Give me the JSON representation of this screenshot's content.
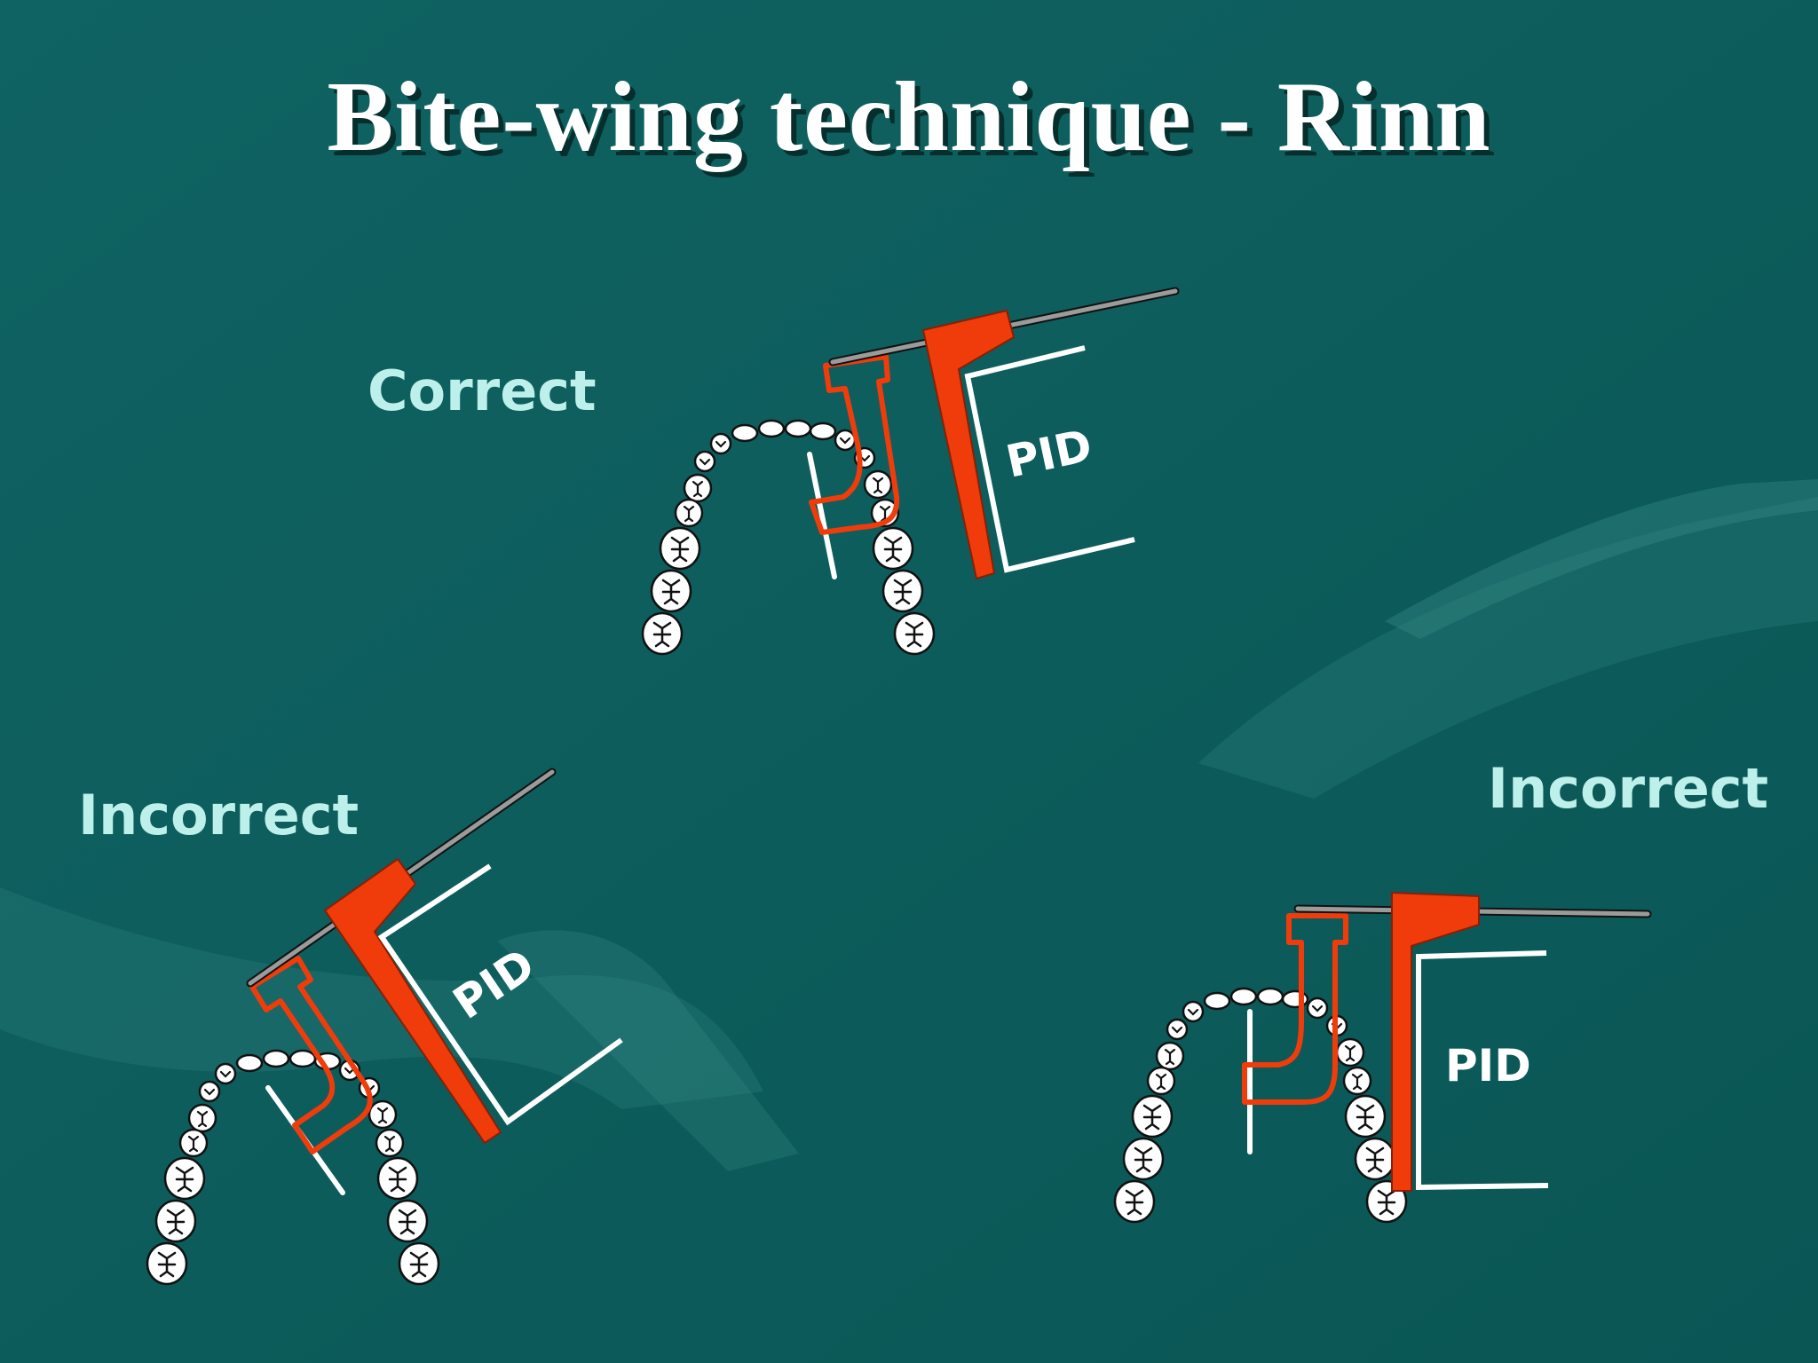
{
  "slide": {
    "title": "Bite-wing technique - Rinn",
    "background_color": "#0d5f5e",
    "accent_color": "#f03c0a"
  },
  "diagrams": [
    {
      "id": "top",
      "label": "Correct",
      "pid_label": "PID"
    },
    {
      "id": "left",
      "label": "Incorrect",
      "pid_label": "PID"
    },
    {
      "id": "right",
      "label": "Incorrect",
      "pid_label": "PID"
    }
  ]
}
